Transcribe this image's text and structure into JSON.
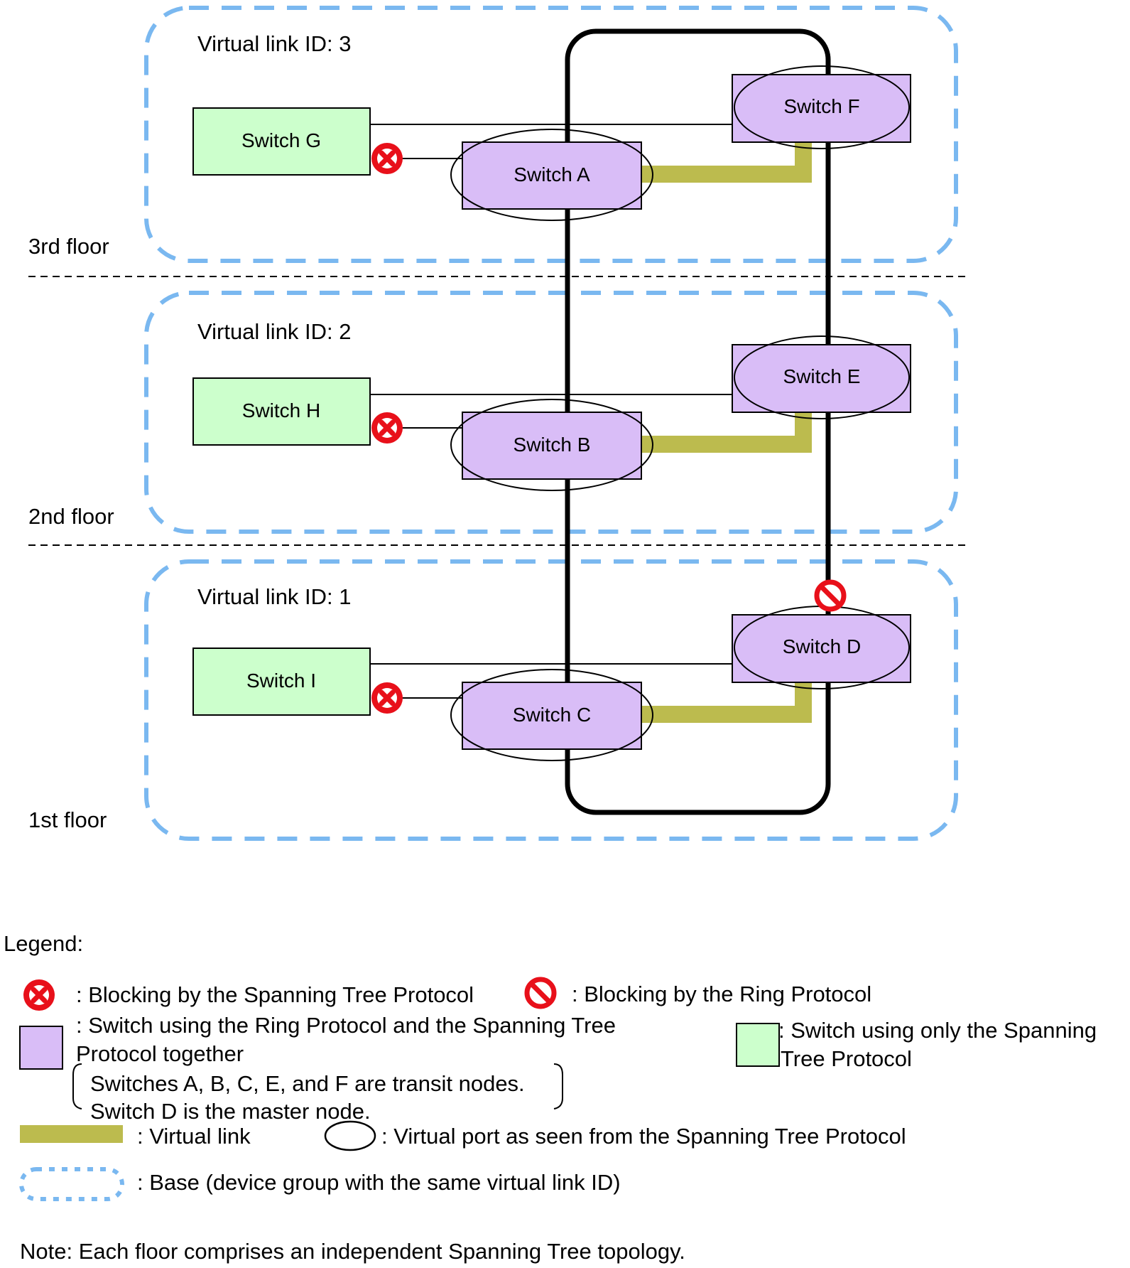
{
  "floors": [
    {
      "label": "3rd floor",
      "virtual_link": "Virtual link ID: 3"
    },
    {
      "label": "2nd floor",
      "virtual_link": "Virtual link ID: 2"
    },
    {
      "label": "1st floor",
      "virtual_link": "Virtual link ID: 1"
    }
  ],
  "switches": {
    "a": "Switch A",
    "b": "Switch B",
    "c": "Switch C",
    "d": "Switch D",
    "e": "Switch E",
    "f": "Switch F",
    "g": "Switch G",
    "h": "Switch H",
    "i": "Switch I"
  },
  "legend": {
    "title": "Legend:",
    "stp_block": ": Blocking by the Spanning Tree Protocol",
    "ring_block": ": Blocking by the Ring Protocol",
    "ring_stp_switch_line1": ": Switch using the Ring Protocol and the Spanning Tree",
    "ring_stp_switch_line2": "Protocol together",
    "transit_note": "Switches A, B, C, E, and F are transit nodes.",
    "master_note": "Switch D is the master node.",
    "stp_only_line1": ": Switch using only the Spanning",
    "stp_only_line2": "Tree Protocol",
    "virtual_link": ": Virtual link",
    "virtual_port": ": Virtual port as seen from the Spanning Tree Protocol",
    "base": ": Base (device group with the same virtual link ID)"
  },
  "note": "Note: Each floor comprises an independent Spanning Tree topology.",
  "colors": {
    "base_dash": "#7ab8f0",
    "ring_switch_fill": "#d9bdf7",
    "stp_switch_fill": "#ccffcc",
    "virtual_link": "#bcbb4e",
    "block_red": "#e8101a"
  }
}
